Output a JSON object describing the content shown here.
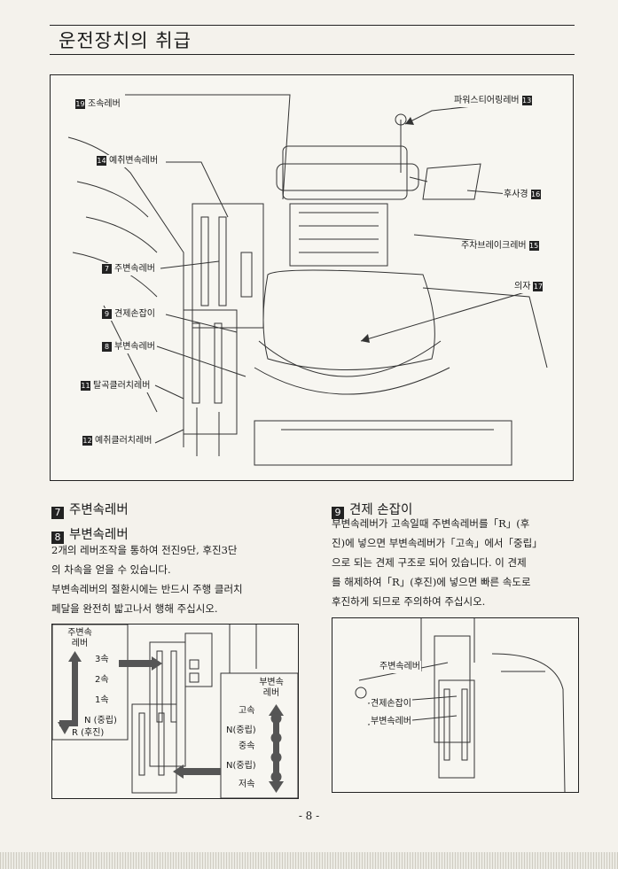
{
  "page": {
    "title": "운전장치의 취급",
    "page_number": "- 8 -"
  },
  "main_figure": {
    "labels": {
      "l19": {
        "num": "19",
        "text": "조속레버"
      },
      "l14": {
        "num": "14",
        "text": "예취변속레버"
      },
      "l7": {
        "num": "7",
        "text": "주변속레버"
      },
      "l9": {
        "num": "9",
        "text": "견제손잡이"
      },
      "l8": {
        "num": "8",
        "text": "부변속레버"
      },
      "l11": {
        "num": "11",
        "text": "탈곡클러치레버"
      },
      "l12": {
        "num": "12",
        "text": "예취클러치레버"
      },
      "l13": {
        "num": "13",
        "text": "파워스티어링레버"
      },
      "l16": {
        "num": "16",
        "text": "후사경"
      },
      "l15": {
        "num": "15",
        "text": "주차브레이크레버"
      },
      "l17": {
        "num": "17",
        "text": "의자"
      }
    }
  },
  "sections": {
    "s7": {
      "num": "7",
      "heading": "주변속레버"
    },
    "s8": {
      "num": "8",
      "heading": "부변속레버"
    },
    "s8_text": [
      "2개의 레버조작을 통하여 전진9단, 후진3단",
      "의 차속을 얻을 수 있습니다.",
      "부변속레버의 절환시에는 반드시 주행 클러치",
      "페달을 완전히 밟고나서 행해 주십시오."
    ],
    "s9": {
      "num": "9",
      "heading": "견제 손잡이"
    },
    "s9_text": [
      "부변속레버가 고속일때 주변속레버를「R」(후",
      "진)에 넣으면 부변속레버가「고속」에서「중립」",
      "으로 되는 견제 구조로 되어 있습니다. 이 견제",
      "를 해제하여「R」(후진)에 넣으면 빠른 속도로",
      "후진하게 되므로 주의하여 주십시오."
    ]
  },
  "fig_left": {
    "main_lever_title": "주변속\n레버",
    "main_gears": [
      "3속",
      "2속",
      "1속",
      "N (중립)",
      "R (후진)"
    ],
    "sub_lever_title": "부변속\n레버",
    "sub_gears": [
      "고속",
      "N(중립)",
      "중속",
      "N(중립)",
      "저속"
    ]
  },
  "fig_right": {
    "labels": [
      "주변속레버",
      "견제손잡이",
      "부변속레버"
    ]
  }
}
